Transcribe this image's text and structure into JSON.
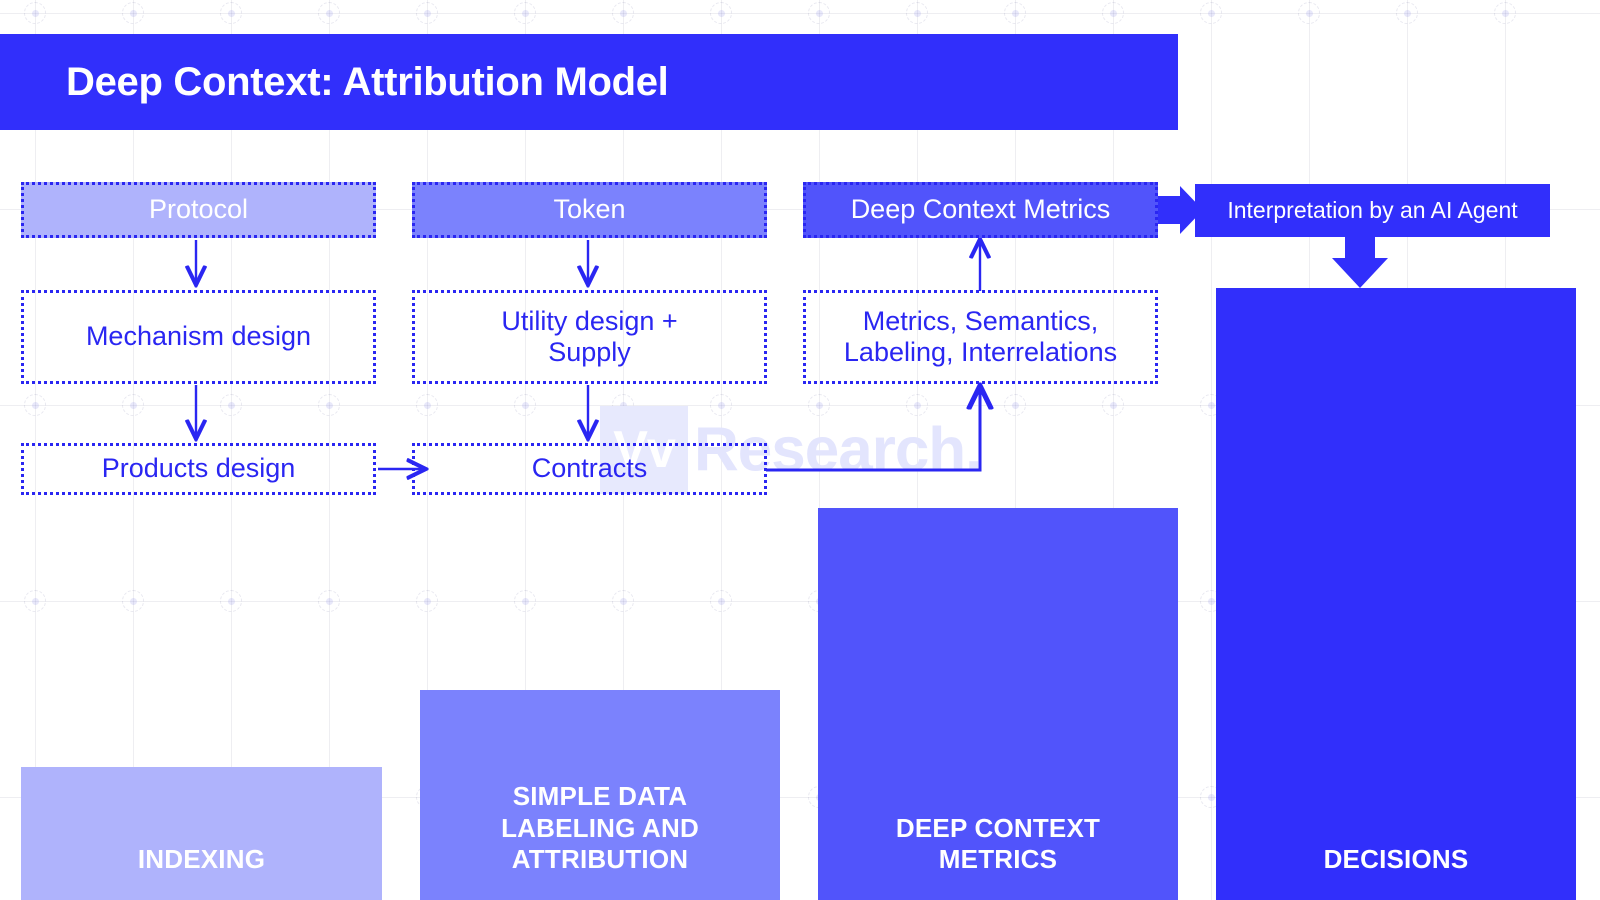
{
  "title": {
    "text": "Deep Context: Attribution Model"
  },
  "watermark": {
    "mark": "Vv",
    "text": "Research."
  },
  "colors": {
    "brand_deep": "#312FFB",
    "brand_mid": "#5154FB",
    "brand_token": "#7B82FD",
    "brand_light": "#AFB3FC",
    "stroke": "#2A26F2",
    "text_on_dark": "#FFFFFF",
    "text_blue": "#2A26F2",
    "background": "#FFFFFF",
    "watermark": "#E3E5FD"
  },
  "columns": [
    {
      "id": "protocol",
      "header": "Protocol",
      "header_fill": "#AFB3FC",
      "steps": [
        "Mechanism design",
        "Products design"
      ],
      "category": "INDEXING",
      "category_fill": "#AFB3FC"
    },
    {
      "id": "token",
      "header": "Token",
      "header_fill": "#7B82FD",
      "steps": [
        "Utility design +\nSupply",
        "Contracts"
      ],
      "category": "SIMPLE DATA LABELING AND ATTRIBUTION",
      "category_fill": "#7B82FD"
    },
    {
      "id": "deep-context-metrics",
      "header": "Deep Context Metrics",
      "header_fill": "#5154FB",
      "steps": [
        "Metrics, Semantics,\nLabeling, Interrelations"
      ],
      "category": "DEEP CONTEXT METRICS",
      "category_fill": "#5154FB"
    },
    {
      "id": "decisions",
      "header": "Interpretation by an AI Agent",
      "header_fill": "#312FFB",
      "steps": [],
      "category": "DECISIONS",
      "category_fill": "#312FFB"
    }
  ],
  "nodes": {
    "protocol": "Protocol",
    "mechanism_design": "Mechanism design",
    "products_design": "Products design",
    "token": "Token",
    "utility_design_line1": "Utility design +",
    "utility_design_line2": "Supply",
    "contracts": "Contracts",
    "deep_context_metrics": "Deep Context Metrics",
    "metrics_line1": "Metrics, Semantics,",
    "metrics_line2": "Labeling, Interrelations",
    "ai_agent": "Interpretation by an AI Agent"
  },
  "categories": {
    "indexing": "INDEXING",
    "simple_data_line1": "SIMPLE DATA",
    "simple_data_line2": "LABELING AND",
    "simple_data_line3": "ATTRIBUTION",
    "deep_context_line1": "DEEP CONTEXT",
    "deep_context_line2": "METRICS",
    "decisions": "DECISIONS"
  },
  "flow": {
    "edges": [
      {
        "from": "protocol",
        "to": "mechanism_design",
        "style": "thin-arrow"
      },
      {
        "from": "mechanism_design",
        "to": "products_design",
        "style": "thin-arrow"
      },
      {
        "from": "token",
        "to": "utility_design",
        "style": "thin-arrow"
      },
      {
        "from": "utility_design",
        "to": "contracts",
        "style": "thin-arrow"
      },
      {
        "from": "products_design",
        "to": "contracts",
        "style": "thin-arrow"
      },
      {
        "from": "contracts",
        "to": "metrics_semantics",
        "style": "thin-elbow-arrow"
      },
      {
        "from": "metrics_semantics",
        "to": "deep_context_metrics",
        "style": "thin-arrow"
      },
      {
        "from": "deep_context_metrics",
        "to": "ai_agent",
        "style": "block-arrow-right"
      },
      {
        "from": "ai_agent",
        "to": "decisions",
        "style": "block-arrow-down"
      }
    ]
  }
}
